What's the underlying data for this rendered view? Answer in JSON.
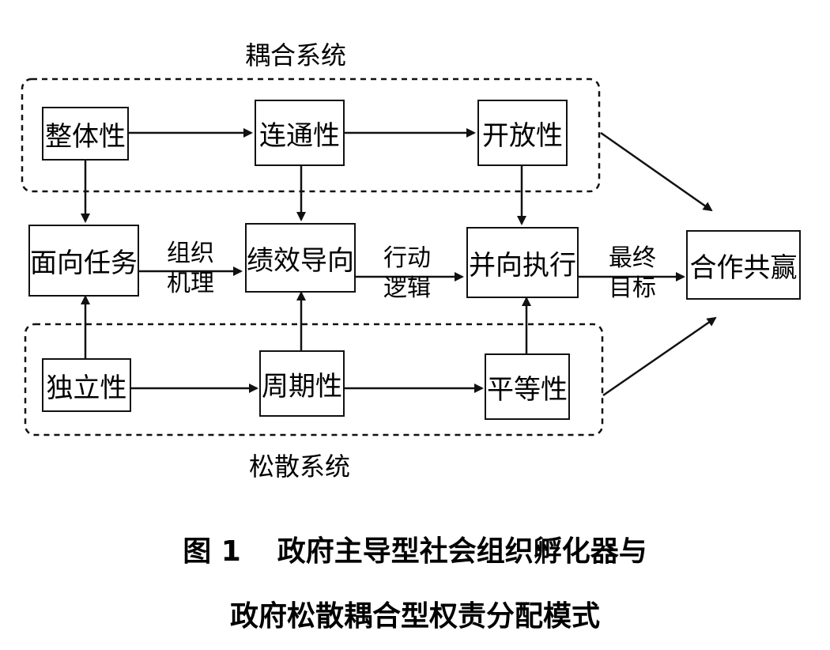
{
  "groups": {
    "coupled": "耦合系统",
    "loose": "松散系统"
  },
  "nodes": {
    "integrity": "整体性",
    "connectivity": "连通性",
    "openness": "开放性",
    "task": "面向任务",
    "performance": "绩效导向",
    "parallel": "并向执行",
    "win": "合作共赢",
    "independence": "独立性",
    "periodicity": "周期性",
    "equality": "平等性"
  },
  "edge_labels": {
    "mechanism": [
      "组织",
      "机理"
    ],
    "logic": [
      "行动",
      "逻辑"
    ],
    "goal": [
      "最终",
      "目标"
    ]
  },
  "caption": {
    "figure_no": "图 1",
    "line1": "政府主导型社会组织孵化器与",
    "line2": "政府松散耦合型权责分配模式"
  }
}
